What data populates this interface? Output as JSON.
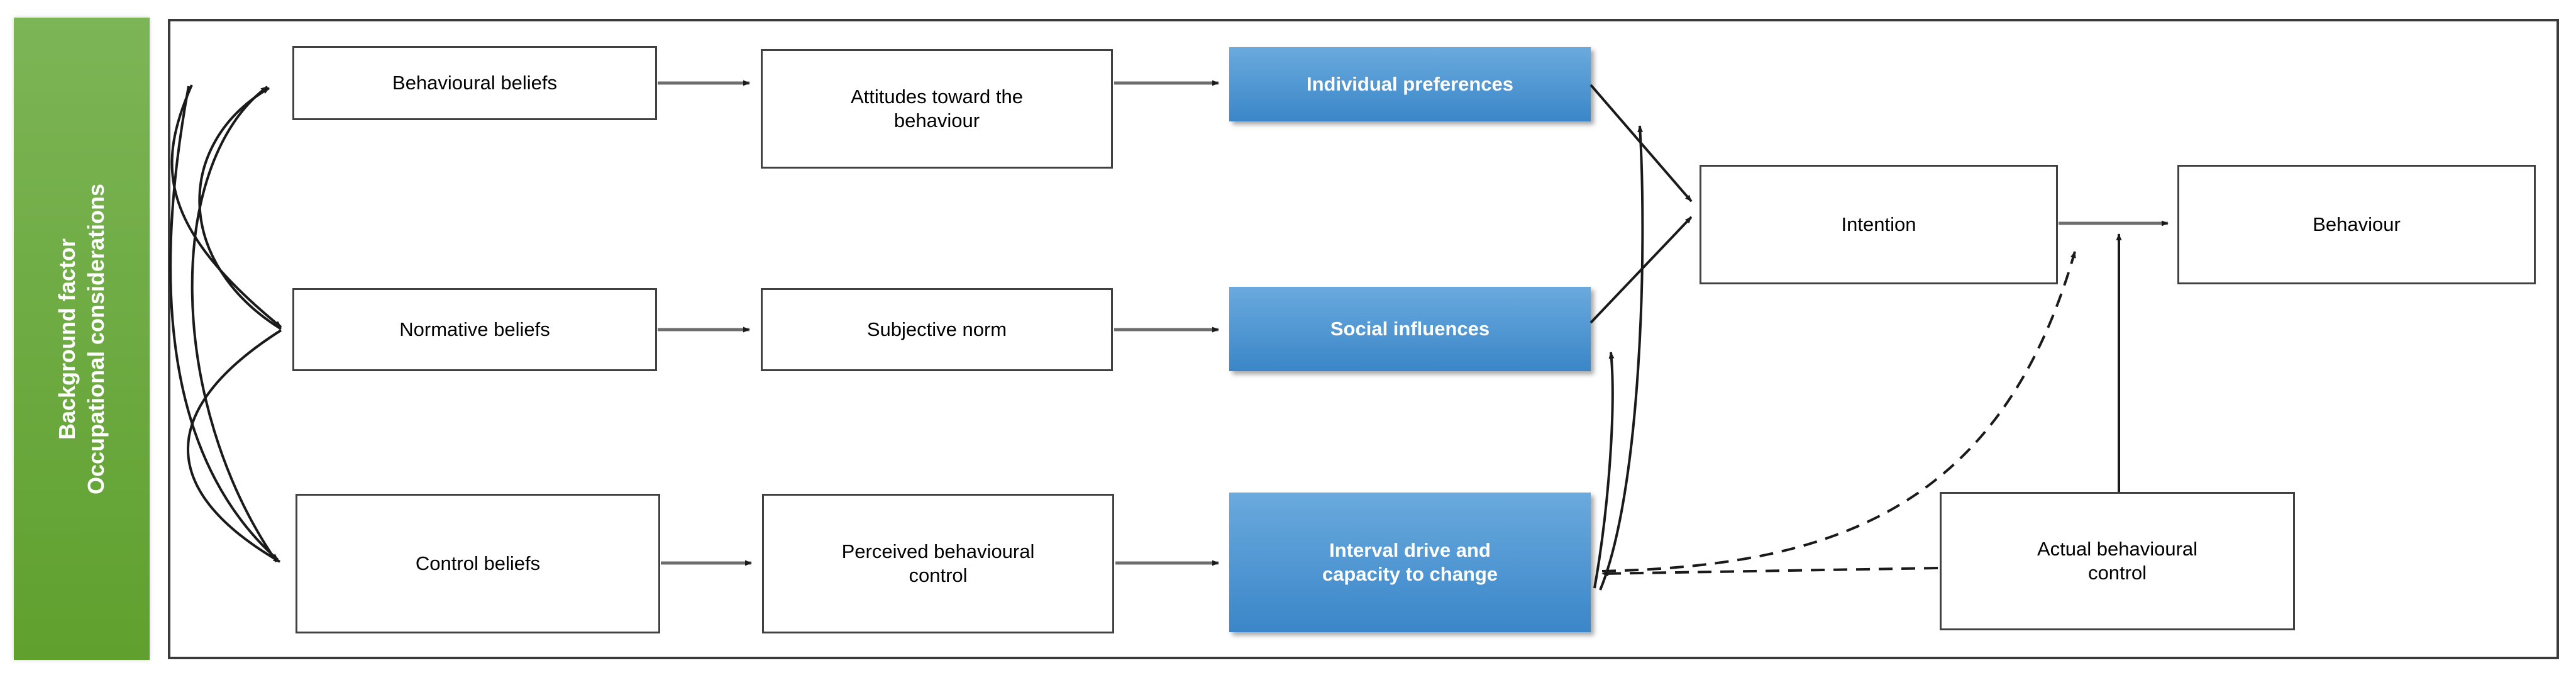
{
  "sidebar": {
    "line1": "Background factor",
    "line2": "Occupational considerations",
    "color": "#6cae45"
  },
  "theme": {
    "blue_fill": "#3a86c8",
    "blue_fill_light": "#6aaade",
    "green_fill": "#6cae45",
    "box_border": "#404040",
    "frame_border": "#3b3b3b",
    "text_dark": "#000000",
    "text_light": "#ffffff"
  },
  "nodes": {
    "behavioural_beliefs": "Behavioural beliefs",
    "normative_beliefs": "Normative beliefs",
    "control_beliefs": "Control beliefs",
    "attitudes_l1": "Attitudes toward the",
    "attitudes_l2": "behaviour",
    "subjective_norm": "Subjective norm",
    "perceived_control_l1": "Perceived behavioural",
    "perceived_control_l2": "control",
    "individual_preferences": "Individual preferences",
    "social_influences": "Social influences",
    "interval_drive_l1": "Interval drive and",
    "interval_drive_l2": "capacity to change",
    "intention": "Intention",
    "behaviour": "Behaviour",
    "actual_control_l1": "Actual behavioural",
    "actual_control_l2": "control"
  },
  "edges": [
    {
      "from": "background-factor",
      "to": "behavioural-beliefs",
      "style": "curved-solid"
    },
    {
      "from": "background-factor",
      "to": "normative-beliefs",
      "style": "curved-solid"
    },
    {
      "from": "background-factor",
      "to": "control-beliefs",
      "style": "curved-solid"
    },
    {
      "from": "behavioural-beliefs",
      "to": "attitudes-toward-the-behaviour",
      "style": "solid"
    },
    {
      "from": "normative-beliefs",
      "to": "subjective-norm",
      "style": "solid"
    },
    {
      "from": "control-beliefs",
      "to": "perceived-behavioural-control",
      "style": "solid"
    },
    {
      "from": "attitudes-toward-the-behaviour",
      "to": "individual-preferences",
      "style": "solid"
    },
    {
      "from": "subjective-norm",
      "to": "social-influences",
      "style": "solid"
    },
    {
      "from": "perceived-behavioural-control",
      "to": "interval-drive-and-capacity-to-change",
      "style": "solid"
    },
    {
      "from": "individual-preferences",
      "to": "intention",
      "style": "solid"
    },
    {
      "from": "social-influences",
      "to": "intention",
      "style": "solid"
    },
    {
      "from": "interval-drive-and-capacity-to-change",
      "to": "individual-preferences",
      "style": "curved-solid"
    },
    {
      "from": "interval-drive-and-capacity-to-change",
      "to": "social-influences",
      "style": "curved-solid"
    },
    {
      "from": "intention",
      "to": "behaviour",
      "style": "solid"
    },
    {
      "from": "actual-behavioural-control",
      "to": "intention-behaviour-link",
      "style": "solid"
    },
    {
      "from": "actual-behavioural-control",
      "to": "interval-drive-and-capacity-to-change",
      "style": "dashed"
    },
    {
      "from": "actual-behavioural-control",
      "to": "intention-behaviour-link",
      "style": "dashed-curved"
    }
  ]
}
